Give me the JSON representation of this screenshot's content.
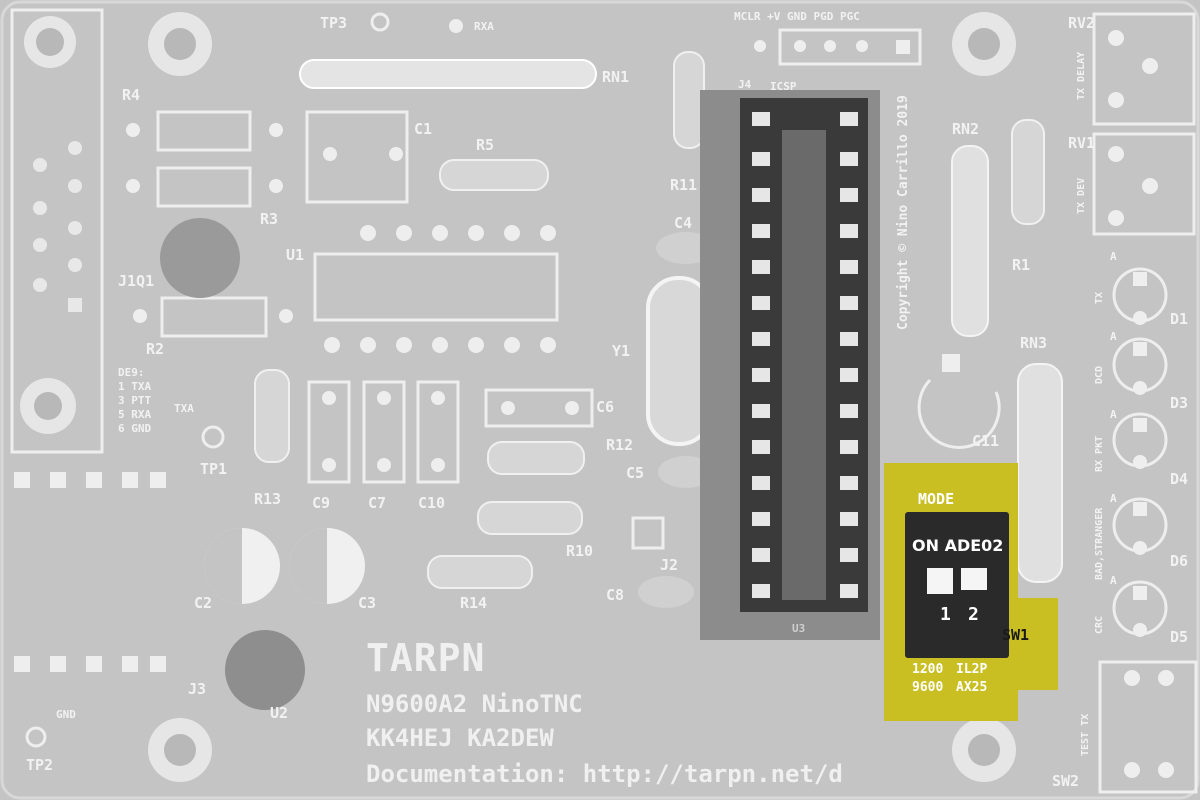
{
  "labels": {
    "tp3": "TP3",
    "rxa": "RXA",
    "rn1": "RN1",
    "r4": "R4",
    "c1": "C1",
    "r5": "R5",
    "r3": "R3",
    "u1": "U1",
    "j1q1": "J1Q1",
    "r2": "R2",
    "de9_title": "DE9:",
    "de9_1": "1 TXA",
    "de9_3": "3 PTT",
    "de9_5": "5 RXA",
    "de9_6": "6 GND",
    "txa": "TXA",
    "tp1": "TP1",
    "r13": "R13",
    "c9": "C9",
    "c7": "C7",
    "c10": "C10",
    "c6": "C6",
    "r12": "R12",
    "r10": "R10",
    "r14": "R14",
    "c2": "C2",
    "c3": "C3",
    "j3": "J3",
    "u2": "U2",
    "gnd": "GND",
    "tp2": "TP2",
    "r11": "R11",
    "c4": "C4",
    "y1": "Y1",
    "c5": "C5",
    "j2": "J2",
    "c8": "C8",
    "j4": "J4",
    "icsp": "ICSP",
    "u3": "U3",
    "pins_header": "MCLR +V GND  PGD PGC",
    "rn2": "RN2",
    "copyright": "Copyright © Nino Carrillo 2019",
    "r1": "R1",
    "rn3": "RN3",
    "c11": "C11",
    "rv2": "RV2",
    "tx_delay": "TX DELAY",
    "rv1": "RV1",
    "tx_dev": "TX DEV",
    "d1": "D1",
    "d3": "D3",
    "d4": "D4",
    "d6": "D6",
    "d5": "D5",
    "led_tx": "TX",
    "led_dcd": "DCD",
    "led_rxpkt": "RX PKT",
    "led_bad": "BAD,STRANGER",
    "led_crc": "CRC",
    "a": "A",
    "test_tx": "TEST TX",
    "sw2": "SW2",
    "mode": "MODE",
    "sw_brand": "ON ADE02",
    "sw_pos1": "1",
    "sw_pos2": "2",
    "sw1": "SW1",
    "mode_1200": "1200",
    "mode_9600": "9600",
    "mode_il2p": "IL2P",
    "mode_ax25": "AX25",
    "tarpn": "TARPN",
    "model": "N9600A2 NinoTNC",
    "calls": "KK4HEJ  KA2DEW",
    "docs": "Documentation: http://tarpn.net/d"
  },
  "colors": {
    "board": "#c4c4c4",
    "silkscreen": "#f2f2f2",
    "mode_pad": "#c9be22",
    "switch_body": "#2a2a2a",
    "socket": "#3a3a3a"
  }
}
